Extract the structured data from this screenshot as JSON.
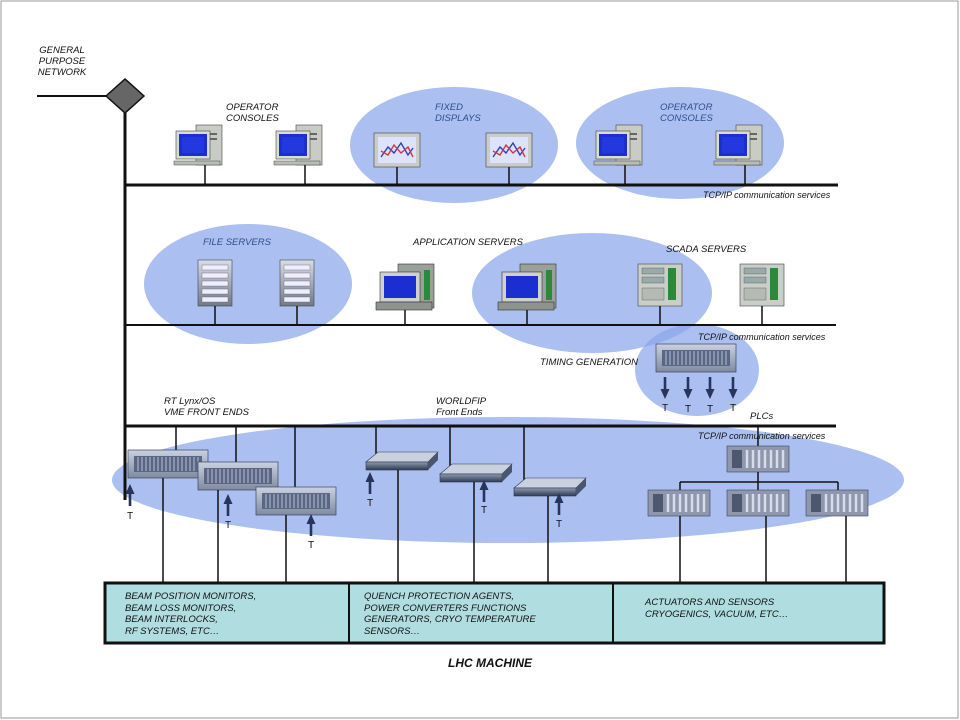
{
  "network": {
    "line1": "GENERAL",
    "line2": "PURPOSE",
    "line3": "NETWORK"
  },
  "consoles_left": {
    "line1": "OPERATOR",
    "line2": "CONSOLES"
  },
  "fixed_displays": {
    "line1": "FIXED",
    "line2": "DISPLAYS"
  },
  "consoles_right": {
    "line1": "OPERATOR",
    "line2": "CONSOLES"
  },
  "tcpip_1": "TCP/IP communication services",
  "file_servers": "FILE SERVERS",
  "application_servers": "APPLICATION SERVERS",
  "scada_servers": "SCADA SERVERS",
  "tcpip_2": "TCP/IP communication services",
  "timing_generation": "TIMING GENERATION",
  "vme": {
    "line1": "RT Lynx/OS",
    "line2": "VME FRONT ENDS"
  },
  "worldfip": {
    "line1": "WORLDFIP",
    "line2": "Front Ends"
  },
  "plcs": "PLCs",
  "tcpip_3": "TCP/IP communication services",
  "timing_tag": "T",
  "systems": {
    "beam": [
      "BEAM POSITION MONITORS,",
      "BEAM LOSS MONITORS,",
      "BEAM INTERLOCKS,",
      "RF SYSTEMS, ETC…"
    ],
    "quench": [
      "QUENCH PROTECTION AGENTS,",
      "POWER CONVERTERS FUNCTIONS",
      "GENERATORS, CRYO TEMPERATURE",
      "SENSORS…"
    ],
    "actuators": [
      "ACTUATORS AND SENSORS",
      "CRYOGENICS, VACUUM, ETC…"
    ]
  },
  "machine_title": "LHC MACHINE",
  "colors": {
    "highlight": "#8aa6ea",
    "bus": "#1a1a2e",
    "system_box": "#b0dde0",
    "screen": "#1b2fd0"
  }
}
